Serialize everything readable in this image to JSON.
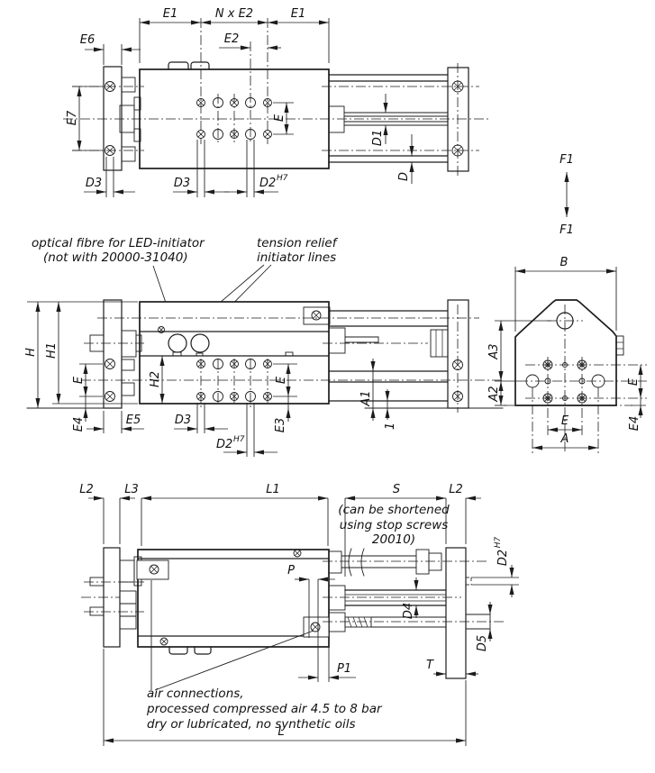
{
  "colors": {
    "background": "#ffffff",
    "line": "#1c1c1c"
  },
  "force": {
    "f1_top": "F1",
    "f1_bottom": "F1"
  },
  "notes": {
    "optical_line1": "optical fibre for LED-initiator",
    "optical_line2": "(not with 20000-31040)",
    "tension_line1": "tension relief",
    "tension_line2": "initiator lines",
    "shorten_line1": "(can be shortened",
    "shorten_line2": "using stop screws",
    "shorten_line3": "20010)",
    "air_line1": "air connections,",
    "air_line2": "processed compressed air 4.5 to 8 bar",
    "air_line3": "dry or lubricated, no synthetic oils"
  },
  "dims_top": {
    "e1_left": "E1",
    "n_x_e2": "N x E2",
    "e1_right": "E1",
    "e2": "E2",
    "e6": "E6",
    "e7": "E7",
    "d3_left": "D3",
    "d3_mid": "D3",
    "d2": "D2",
    "d2_fit": "H7",
    "e": "E",
    "d1": "D1",
    "d": "D"
  },
  "dims_front": {
    "h": "H",
    "h1": "H1",
    "h2": "H2",
    "e_left": "E",
    "e4_left": "E4",
    "e5": "E5",
    "d3": "D3",
    "d2": "D2",
    "d2_fit": "H7",
    "e_right": "E",
    "e3": "E3",
    "a1": "A1",
    "one": "1"
  },
  "dims_side": {
    "b": "B",
    "a3": "A3",
    "a2": "A2",
    "e_right": "E",
    "e4": "E4",
    "e_bottom": "E",
    "a": "A"
  },
  "dims_bottom": {
    "l2_left": "L2",
    "l3": "L3",
    "l1": "L1",
    "s": "S",
    "l2_right": "L2",
    "d2": "D2",
    "d2_fit": "H7",
    "p": "P",
    "p1": "P1",
    "t": "T",
    "d4": "D4",
    "d5": "D5",
    "l": "L"
  }
}
